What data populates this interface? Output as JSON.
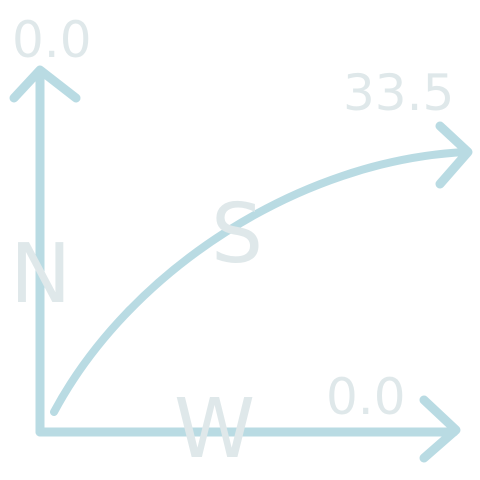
{
  "colors": {
    "axis": "#b9dbe3",
    "curve": "#b9dbe3",
    "label": "#dfe8ea",
    "background": "#ffffff"
  },
  "chart_data": {
    "type": "line",
    "labels": {
      "top_value": "0.0",
      "curve_end_value": "33.5",
      "bottom_value": "0.0",
      "letter_n": "N",
      "letter_s": "S",
      "letter_w": "W"
    },
    "series": [
      {
        "values": [
          {
            "x": 0,
            "y": 0
          },
          {
            "x": 1,
            "y": 1
          }
        ]
      }
    ]
  }
}
